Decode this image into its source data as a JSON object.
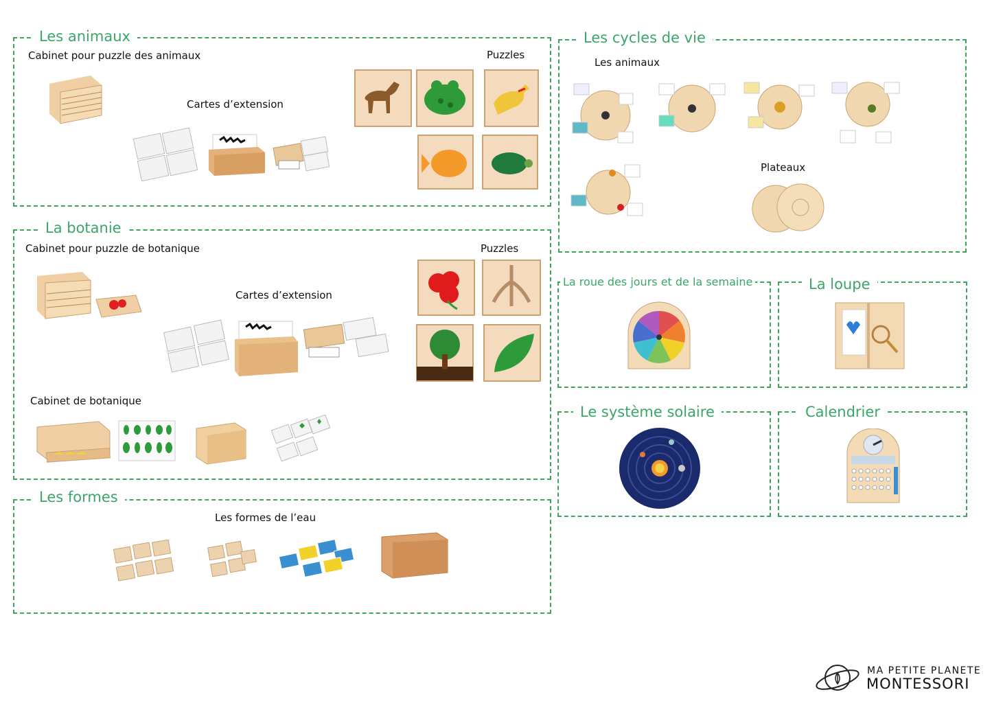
{
  "sections": {
    "animaux": {
      "title": "Les animaux",
      "cabinet_label": "Cabinet pour puzzle des animaux",
      "cartes_label": "Cartes d’extension",
      "puzzles_label": "Puzzles"
    },
    "botanie": {
      "title": "La botanie",
      "cabinet_label": "Cabinet pour puzzle de botanique",
      "cartes_label": "Cartes d’extension",
      "puzzles_label": "Puzzles",
      "cabinet_bot_label": "Cabinet de botanique"
    },
    "formes": {
      "title": "Les formes",
      "eau_label": "Les formes de l’eau"
    },
    "cycles": {
      "title": "Les cycles de vie",
      "animaux_label": "Les animaux",
      "plateaux_label": "Plateaux"
    },
    "roue": {
      "title": "La roue des jours et de la semaine"
    },
    "loupe": {
      "title": "La loupe"
    },
    "solaire": {
      "title": "Le système solaire"
    },
    "calendrier": {
      "title": "Calendrier"
    }
  },
  "brand": {
    "line1": "MA PETITE PLANETE",
    "line2": "MONTESSORI",
    "icon": "planet-leaf-icon"
  },
  "colors": {
    "accent": "#3aa66a",
    "border": "#3da35d"
  }
}
